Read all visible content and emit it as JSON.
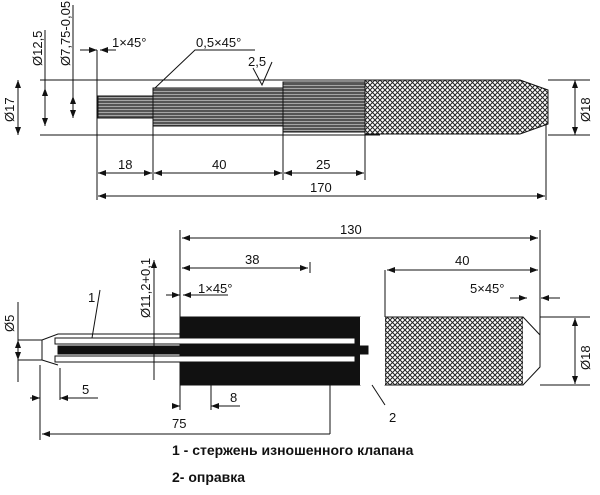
{
  "top_view": {
    "d17": "Ø17",
    "d12_5": "Ø12,5",
    "d7_75": "Ø7,75-0,05",
    "chamfer1": "1×45°",
    "chamfer2": "0,5×45°",
    "roughness": "2,5",
    "d18": "Ø18",
    "dim18": "18",
    "dim40": "40",
    "dim25": "25",
    "dim170": "170"
  },
  "bottom_view": {
    "dim130": "130",
    "dim38": "38",
    "dim40": "40",
    "d11_2": "Ø11,2+0,1",
    "chamfer1": "1×45°",
    "chamfer5": "5×45°",
    "d5": "Ø5",
    "d18": "Ø18",
    "label1": "1",
    "label2": "2",
    "dim5": "5",
    "dim8": "8",
    "dim75": "75"
  },
  "legend": [
    "1 - стержень изношенного клапана",
    "2- оправка"
  ]
}
